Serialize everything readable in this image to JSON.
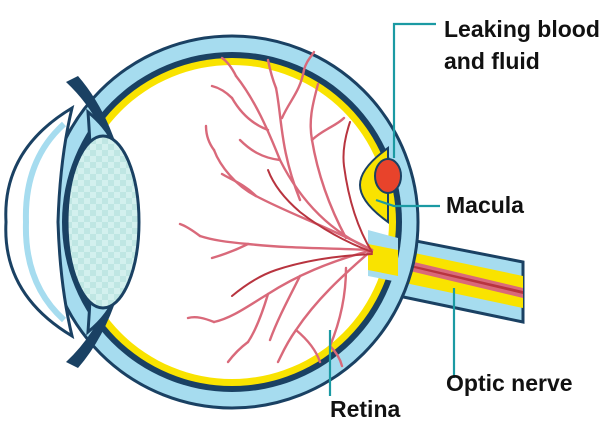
{
  "labels": {
    "leaking_line1": "Leaking blood",
    "leaking_line2": "and fluid",
    "macula": "Macula",
    "optic_nerve": "Optic nerve",
    "retina": "Retina"
  },
  "colors": {
    "sclera_blue": "#a6dcef",
    "outline_navy": "#1a4163",
    "retina_yellow": "#f9e300",
    "vessel_pink": "#d9697a",
    "vessel_dark": "#b8343f",
    "leak_red": "#e8432b",
    "lens_fill": "#cdeeea",
    "leader_teal": "#1b9aa3"
  }
}
